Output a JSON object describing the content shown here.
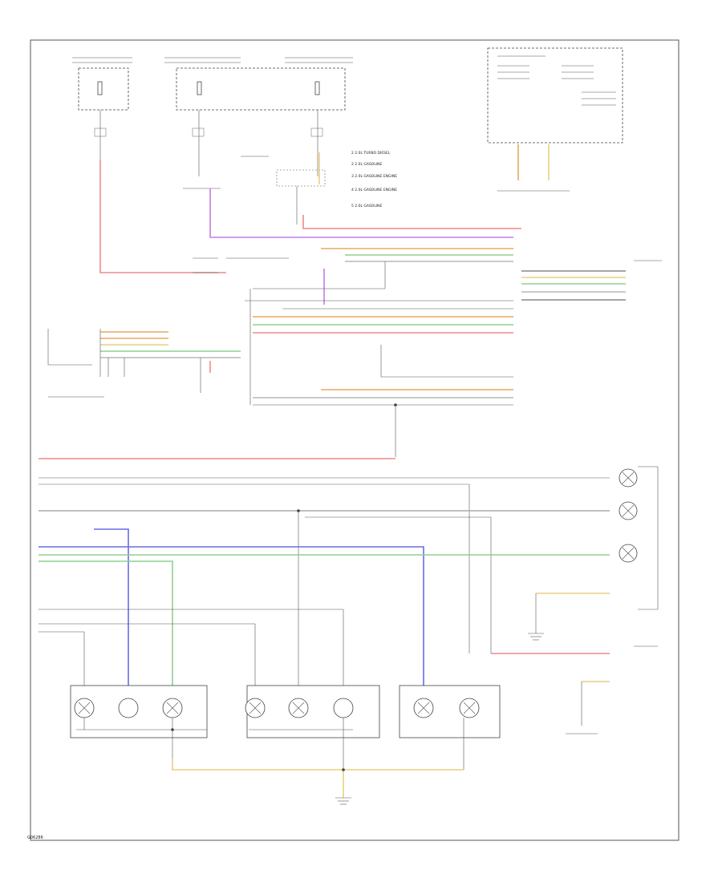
{
  "colors": {
    "red": "#f08a8a",
    "purple": "#c77be0",
    "orange": "#e8a860",
    "green": "#8fd08f",
    "yellow": "#e8d080",
    "blue": "#6a6ae8",
    "gray": "#b9b9b9",
    "black": "#555555"
  },
  "connection_notes": {
    "n1": "2 2.0L TURBO DIESEL",
    "n2": "2 2.0L GASOLINE",
    "n3": "3 2.0L GASOLINE ENGINE",
    "n4": "4 2.0L GASOLINE ENGINE",
    "n5": "5 2.0L GASOLINE"
  },
  "figure_id": "G06286"
}
